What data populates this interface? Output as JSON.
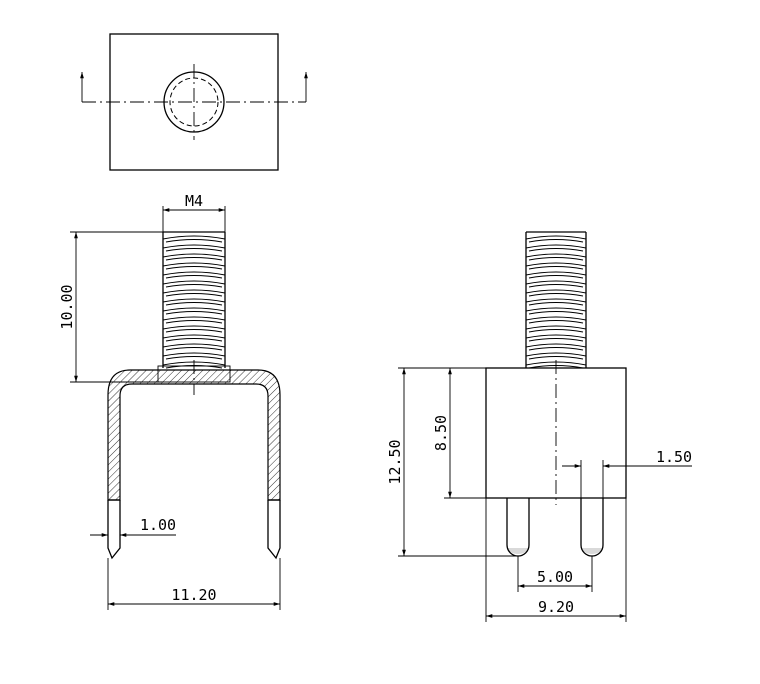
{
  "dimensions": {
    "thread": "M4",
    "thread_length": "10.00",
    "overall_width_side": "11.20",
    "wall_thickness": "1.00",
    "overall_height": "12.50",
    "body_height": "8.50",
    "pin_diameter": "1.50",
    "pin_spacing": "5.00",
    "overall_width_front": "9.20"
  }
}
